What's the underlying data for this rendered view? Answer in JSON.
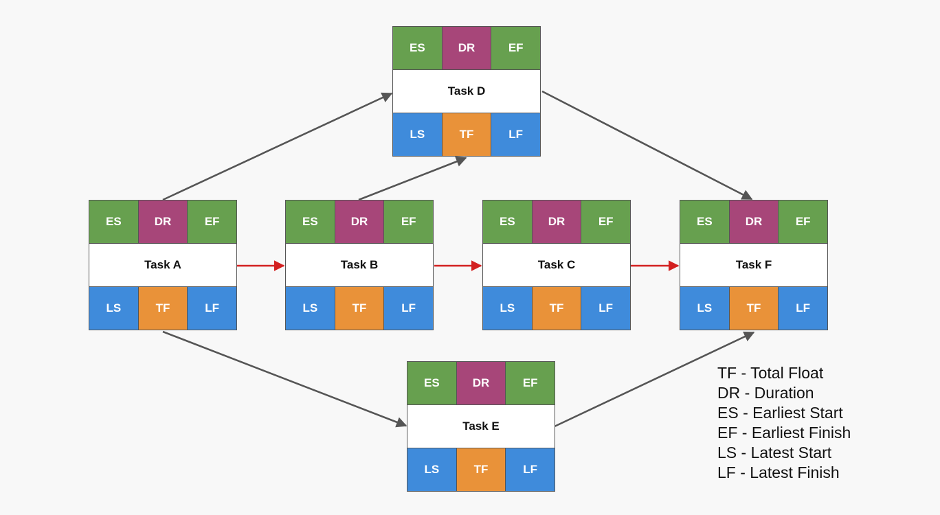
{
  "tasks": {
    "a": {
      "title": "Task A",
      "es": "ES",
      "dr": "DR",
      "ef": "EF",
      "ls": "LS",
      "tf": "TF",
      "lf": "LF"
    },
    "b": {
      "title": "Task B",
      "es": "ES",
      "dr": "DR",
      "ef": "EF",
      "ls": "LS",
      "tf": "TF",
      "lf": "LF"
    },
    "c": {
      "title": "Task C",
      "es": "ES",
      "dr": "DR",
      "ef": "EF",
      "ls": "LS",
      "tf": "TF",
      "lf": "LF"
    },
    "d": {
      "title": "Task D",
      "es": "ES",
      "dr": "DR",
      "ef": "EF",
      "ls": "LS",
      "tf": "TF",
      "lf": "LF"
    },
    "e": {
      "title": "Task E",
      "es": "ES",
      "dr": "DR",
      "ef": "EF",
      "ls": "LS",
      "tf": "TF",
      "lf": "LF"
    },
    "f": {
      "title": "Task F",
      "es": "ES",
      "dr": "DR",
      "ef": "EF",
      "ls": "LS",
      "tf": "TF",
      "lf": "LF"
    }
  },
  "legend": [
    "TF - Total Float",
    "DR - Duration",
    "ES - Earliest Start",
    "EF - Earliest Finish",
    "LS - Latest Start",
    "LF - Latest Finish"
  ],
  "colors": {
    "es_ef": "#67a04f",
    "dr": "#a74679",
    "ls_lf": "#3f8bdb",
    "tf": "#e99239",
    "critical_arrow": "#d32020",
    "arrow": "#555555"
  }
}
